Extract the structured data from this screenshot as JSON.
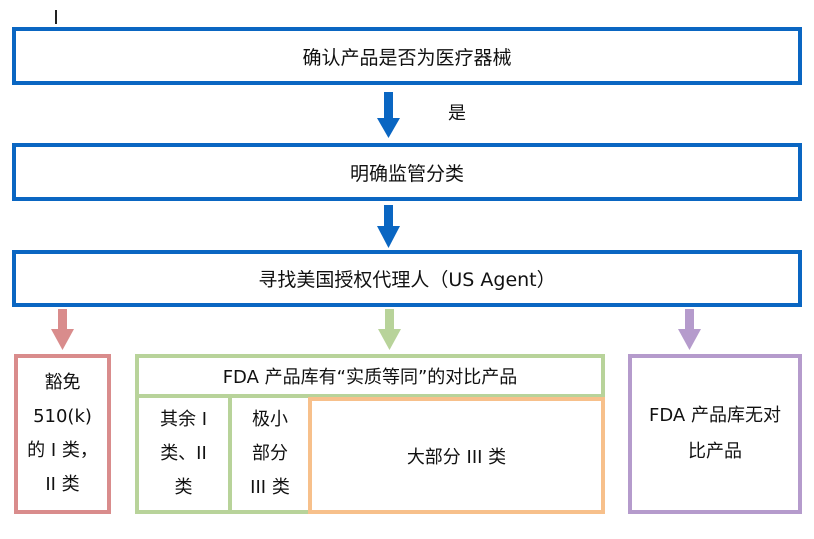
{
  "steps": {
    "step1": "确认产品是否为医疗器械",
    "yes_label": "是",
    "step2": "明确监管分类",
    "step3": "寻找美国授权代理人（US Agent）"
  },
  "branches": {
    "left": [
      "豁免",
      "510(k)",
      "的 I 类，",
      "II 类"
    ],
    "middle_header": "FDA 产品库有“实质等同”的对比产品",
    "middle_sub1": [
      "其余 I",
      "类、II",
      "类"
    ],
    "middle_sub2": [
      "极小",
      "部分",
      "III 类"
    ],
    "middle_sub3": "大部分 III 类",
    "right": [
      "FDA 产品库无对",
      "比产品"
    ]
  },
  "colors": {
    "blue": "#0a66c2",
    "pink": "#d98c8c",
    "green": "#b8d39a",
    "orange": "#f7c08b",
    "purple": "#b59bcc"
  }
}
